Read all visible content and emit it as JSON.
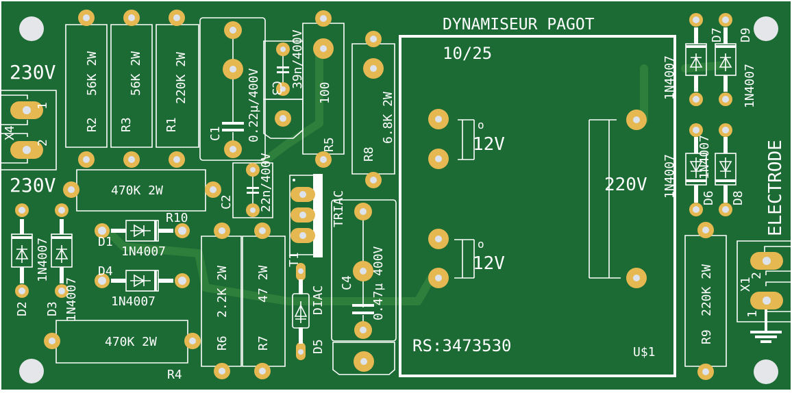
{
  "board": {
    "title": "DYNAMISEUR PAGOT",
    "revision": "10/25",
    "part_ref": "RS:3473530",
    "module_name": "U$1",
    "colors": {
      "soldermask": "#1c6b34",
      "silkscreen": "#ffffff",
      "copper_pad": "#e6b852",
      "drill": "#dde3ec",
      "trace": "#2f7f3c",
      "outline": "#ffffff"
    }
  },
  "connectors": {
    "x4": {
      "name": "X4",
      "pin1": "1",
      "pin2": "2",
      "label_top": "230V",
      "label_bottom": "230V"
    },
    "x1": {
      "name": "X1",
      "pin1": "1",
      "pin2": "2",
      "label": "ELECTRODE"
    }
  },
  "resistors": {
    "r1": {
      "name": "R1",
      "value": "220K 2W"
    },
    "r2": {
      "name": "R2",
      "value": "56K 2W"
    },
    "r3": {
      "name": "R3",
      "value": "56K 2W"
    },
    "r4": {
      "name": "R4",
      "value": "470K 2W"
    },
    "r5": {
      "name": "R5",
      "value": "100"
    },
    "r6": {
      "name": "R6",
      "value": "2.2K 2W"
    },
    "r7": {
      "name": "R7",
      "value": "47 2W"
    },
    "r8": {
      "name": "R8",
      "value": "6.8K 2W"
    },
    "r9": {
      "name": "R9",
      "value": "220K 2W"
    },
    "r10": {
      "name": "R10",
      "value": "470K 2W"
    }
  },
  "capacitors": {
    "c1": {
      "name": "C1",
      "value": "0.22µ/400V"
    },
    "c2": {
      "name": "C2",
      "value": "22n/400V"
    },
    "c3": {
      "name": "C3",
      "value": "39n/400V"
    },
    "c4": {
      "name": "C4",
      "value": "0.47µ 400V"
    }
  },
  "diodes": {
    "d1": {
      "name": "D1",
      "value": "1N4007"
    },
    "d2": {
      "name": "D2",
      "value": "1N4007"
    },
    "d3": {
      "name": "D3",
      "value": "1N4007"
    },
    "d4": {
      "name": "D4",
      "value": "1N4007"
    },
    "d5": {
      "name": "D5",
      "value": "DIAC"
    },
    "d6": {
      "name": "D6",
      "value": "1N4007"
    },
    "d7": {
      "name": "D7",
      "value": "1N4007"
    },
    "d8": {
      "name": "D8",
      "value": "1N4007"
    },
    "d9": {
      "name": "D9",
      "value": "1N4007"
    }
  },
  "triac": {
    "name": "T1",
    "value": "TRIAC"
  },
  "transformer": {
    "secondary_top": "12V",
    "secondary_bottom": "12V",
    "primary": "220V",
    "dot": "o"
  }
}
